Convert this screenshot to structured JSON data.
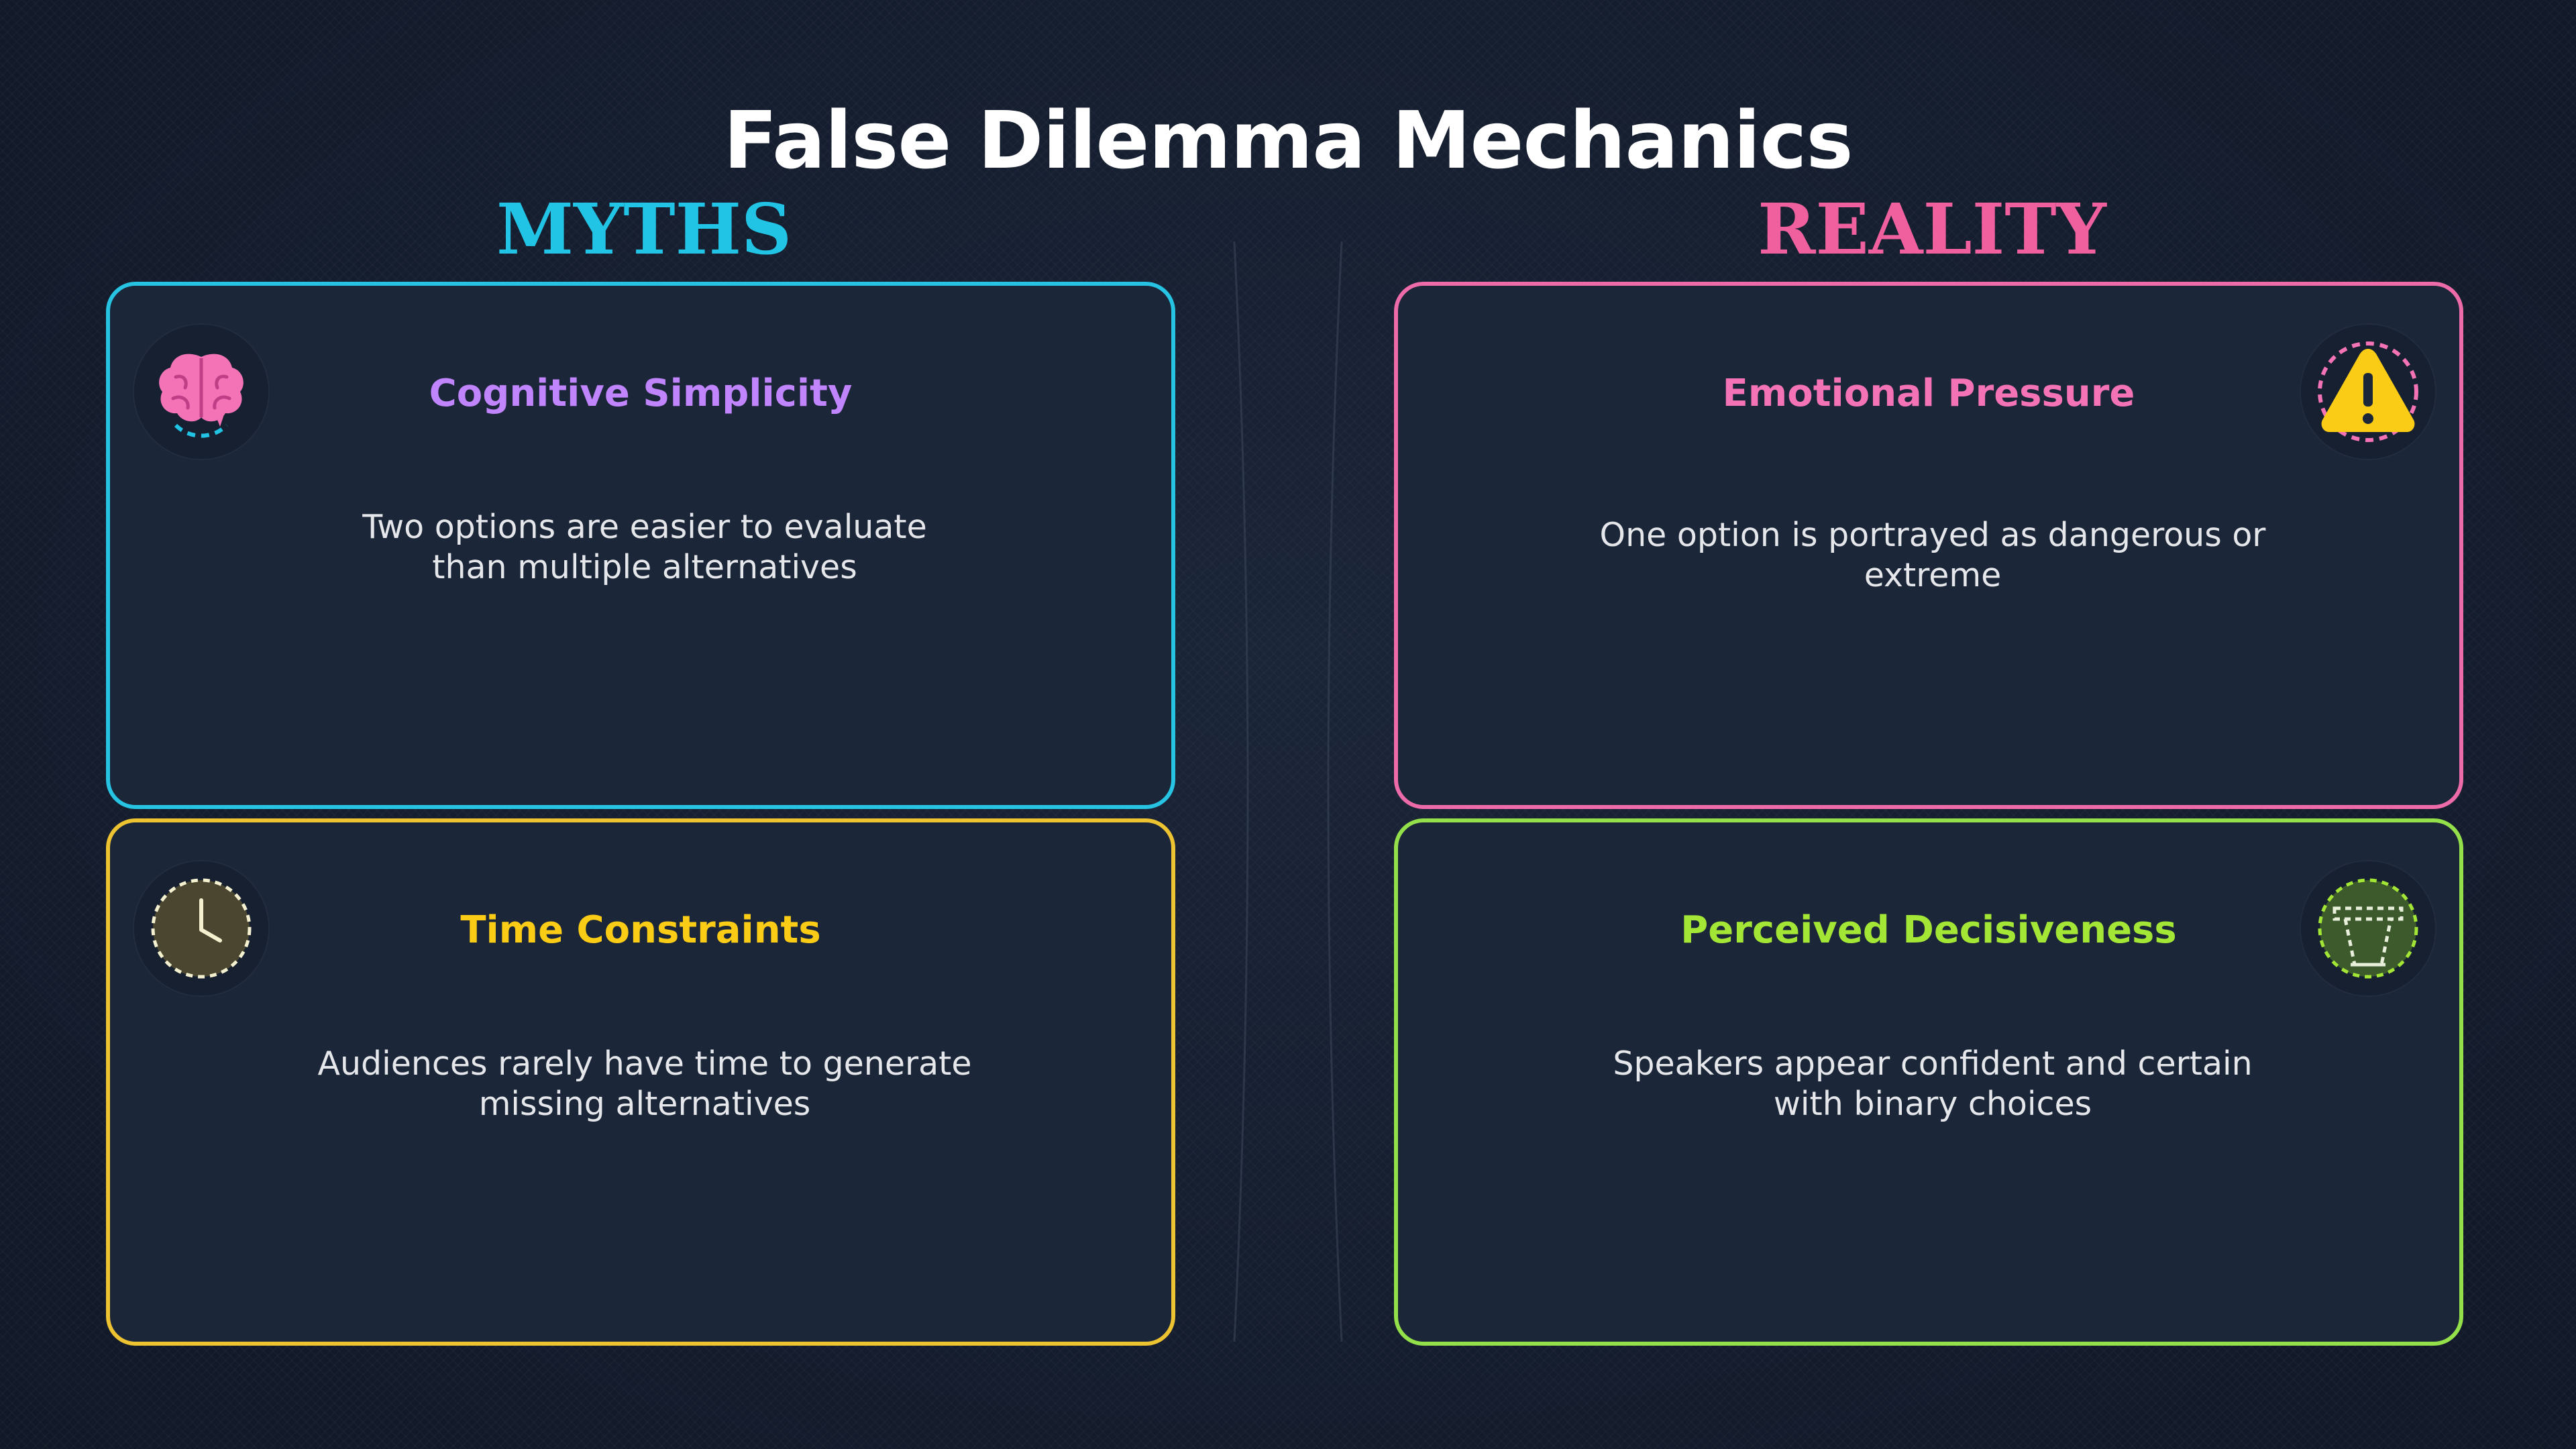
{
  "title": "False Dilemma Mechanics",
  "columns": {
    "left": {
      "heading": "MYTHS",
      "color": "#22c4e6"
    },
    "right": {
      "heading": "REALITY",
      "color": "#f0609e"
    }
  },
  "cards": [
    {
      "id": "cognitive-simplicity",
      "title": "Cognitive Simplicity",
      "lines": [
        "Two options are easier to evaluate",
        "than multiple alternatives"
      ],
      "icon": "brain-icon",
      "border_color": "#27c3e3",
      "title_color": "#c084fc"
    },
    {
      "id": "emotional-pressure",
      "title": "Emotional Pressure",
      "lines": [
        "One option is portrayed as dangerous or extreme"
      ],
      "icon": "warning-icon",
      "border_color": "#ec6ba8",
      "title_color": "#f472b6"
    },
    {
      "id": "time-constraints",
      "title": "Time Constraints",
      "lines": [
        "Audiences rarely have time to generate",
        "missing alternatives"
      ],
      "icon": "clock-icon",
      "border_color": "#eec332",
      "title_color": "#facc15"
    },
    {
      "id": "perceived-decisiveness",
      "title": "Perceived Decisiveness",
      "lines": [
        "Speakers appear confident and certain",
        "with binary choices"
      ],
      "icon": "podium-icon",
      "border_color": "#94e04a",
      "title_color": "#a3e635"
    }
  ]
}
